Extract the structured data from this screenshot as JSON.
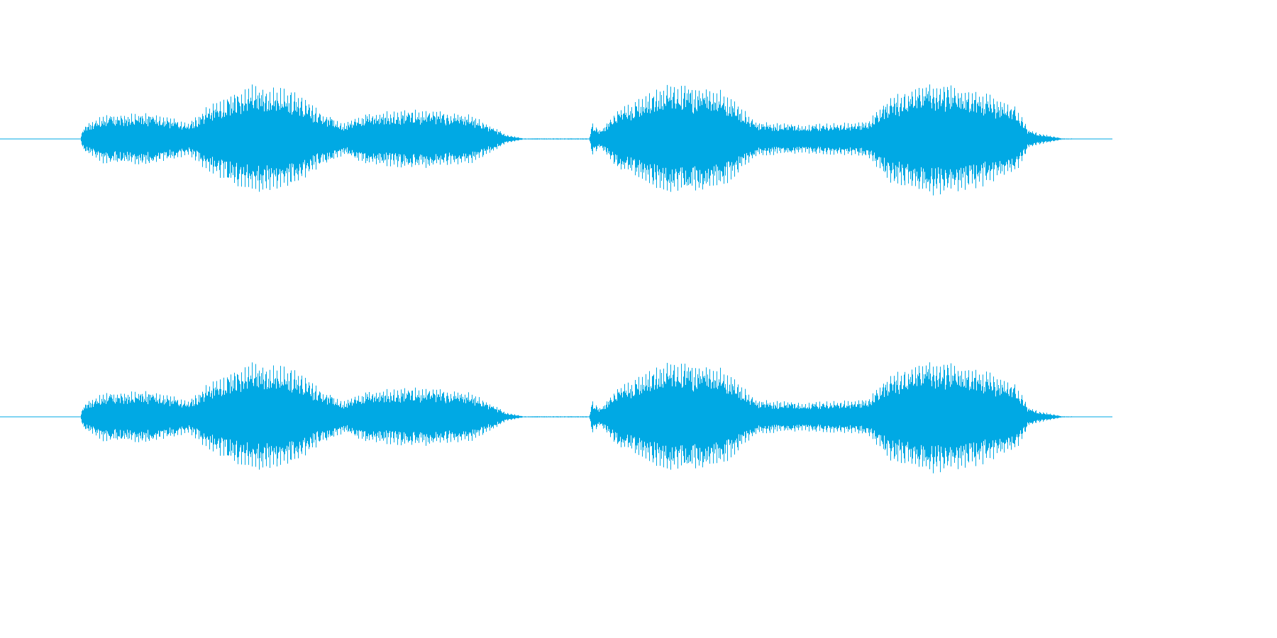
{
  "waveform": {
    "color": "#00a9e4",
    "channels": [
      {
        "name": "channel-1"
      },
      {
        "name": "channel-2"
      }
    ],
    "sample_count_hint": 1568,
    "envelope_fraction": [
      {
        "t": 0.0,
        "a": 0.0
      },
      {
        "t": 0.072,
        "a": 0.0
      },
      {
        "t": 0.075,
        "a": 0.22
      },
      {
        "t": 0.09,
        "a": 0.42
      },
      {
        "t": 0.13,
        "a": 0.45
      },
      {
        "t": 0.17,
        "a": 0.3
      },
      {
        "t": 0.185,
        "a": 0.55
      },
      {
        "t": 0.225,
        "a": 0.95
      },
      {
        "t": 0.265,
        "a": 0.85
      },
      {
        "t": 0.29,
        "a": 0.45
      },
      {
        "t": 0.31,
        "a": 0.28
      },
      {
        "t": 0.33,
        "a": 0.45
      },
      {
        "t": 0.375,
        "a": 0.52
      },
      {
        "t": 0.425,
        "a": 0.42
      },
      {
        "t": 0.455,
        "a": 0.08
      },
      {
        "t": 0.47,
        "a": 0.01
      },
      {
        "t": 0.53,
        "a": 0.01
      },
      {
        "t": 0.532,
        "a": 0.28
      },
      {
        "t": 0.54,
        "a": 0.15
      },
      {
        "t": 0.555,
        "a": 0.5
      },
      {
        "t": 0.6,
        "a": 0.95
      },
      {
        "t": 0.65,
        "a": 0.85
      },
      {
        "t": 0.68,
        "a": 0.3
      },
      {
        "t": 0.72,
        "a": 0.25
      },
      {
        "t": 0.78,
        "a": 0.3
      },
      {
        "t": 0.8,
        "a": 0.75
      },
      {
        "t": 0.84,
        "a": 1.0
      },
      {
        "t": 0.88,
        "a": 0.85
      },
      {
        "t": 0.915,
        "a": 0.55
      },
      {
        "t": 0.925,
        "a": 0.15
      },
      {
        "t": 0.935,
        "a": 0.1
      },
      {
        "t": 0.955,
        "a": 0.01
      },
      {
        "t": 1.0,
        "a": 0.0
      }
    ]
  }
}
